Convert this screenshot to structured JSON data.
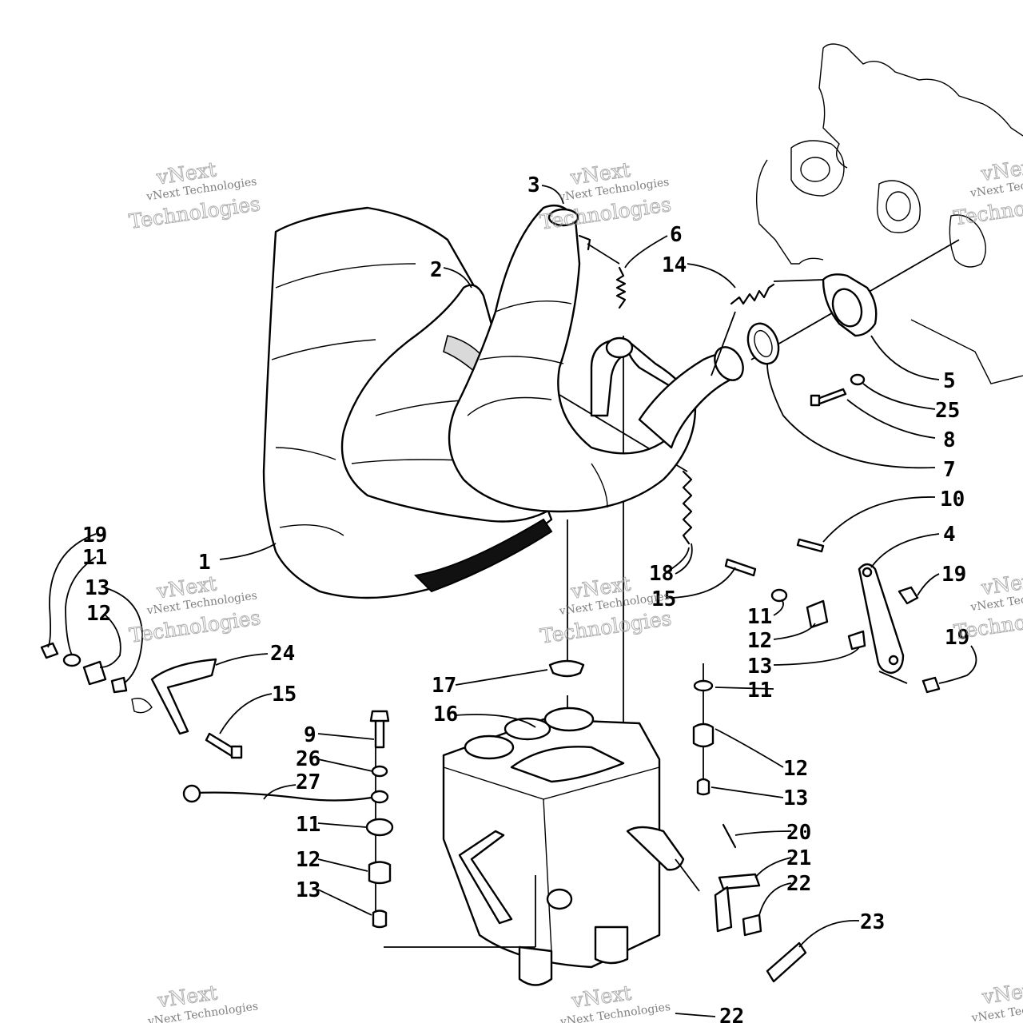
{
  "watermark": {
    "line1": "vNext Technologies",
    "line2": "vNext",
    "line3": "Technologies"
  },
  "callouts": {
    "c1": "1",
    "c2": "2",
    "c3": "3",
    "c4": "4",
    "c5": "5",
    "c6": "6",
    "c7": "7",
    "c8": "8",
    "c9": "9",
    "c10": "10",
    "c11a": "11",
    "c11b": "11",
    "c11c": "11",
    "c11d": "11",
    "c12a": "12",
    "c12b": "12",
    "c12c": "12",
    "c12d": "12",
    "c13a": "13",
    "c13b": "13",
    "c13c": "13",
    "c13d": "13",
    "c14": "14",
    "c15a": "15",
    "c15b": "15",
    "c16": "16",
    "c17": "17",
    "c18": "18",
    "c19a": "19",
    "c19b": "19",
    "c19c": "19",
    "c20": "20",
    "c21": "21",
    "c22a": "22",
    "c22b": "22",
    "c23": "23",
    "c24": "24",
    "c25": "25",
    "c26": "26",
    "c27": "27"
  }
}
